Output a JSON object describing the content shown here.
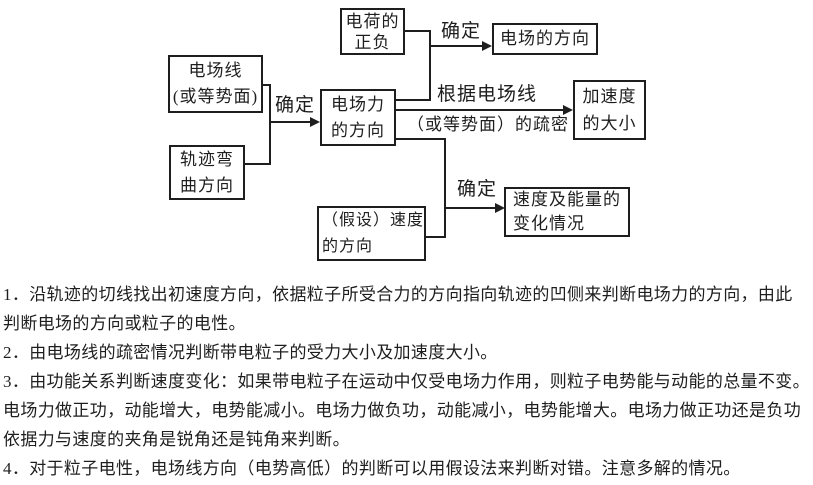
{
  "diagram": {
    "boxes": {
      "field_lines": "电场线\n(或等势面)",
      "trajectory": "轨迹弯\n曲方向",
      "charge": "电荷的\n正负",
      "force": "电场力\n的方向",
      "field_direction": "电场的方向",
      "acceleration": "加速度\n的大小",
      "velocity": "（假设）速度\n的方向",
      "energy_change": "速度及能量的\n变化情况"
    },
    "labels": {
      "determine_force": "确定",
      "determine_field": "确定",
      "determine_change": "确定",
      "accel_basis_line1": "根据电场线",
      "accel_basis_line2": "（或等势面）的疏密"
    }
  },
  "notes": {
    "lines": [
      "1．沿轨迹的切线找出初速度方向，依据粒子所受合力的方向指向轨迹的凹侧来判断电场力的方向，由此",
      "判断电场的方向或粒子的电性。",
      "2．由电场线的疏密情况判断带电粒子的受力大小及加速度大小。",
      "3．由功能关系判断速度变化：如果带电粒子在运动中仅受电场力作用，则粒子电势能与动能的总量不变。",
      "电场力做正功，动能增大，电势能减小。电场力做负功，动能减小，电势能增大。电场力做正功还是负功",
      "依据力与速度的夹角是锐角还是钝角来判断。",
      "4．对于粒子电性，电场线方向（电势高低）的判断可以用假设法来判断对错。注意多解的情况。"
    ]
  },
  "colors": {
    "ink": "#1e1e1e",
    "background": "#ffffff"
  }
}
